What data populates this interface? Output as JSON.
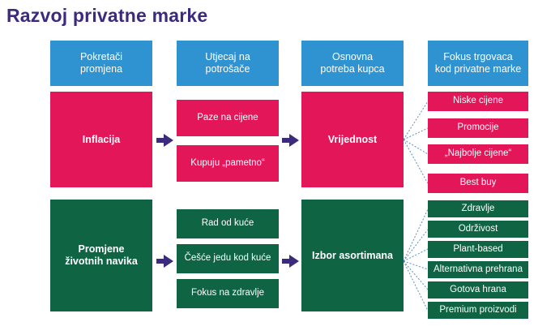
{
  "title": "Razvoj privatne marke",
  "headers": [
    "Pokretači promjena",
    "Utjecaj na potrošače",
    "Osnovna potreba kupca",
    "Fokus trgovaca kod privatne marke"
  ],
  "rows": [
    {
      "driver": "Inflacija",
      "impacts": [
        "Paze na cijene",
        "Kupuju „pametno“"
      ],
      "need": "Vrijednost",
      "focus": [
        "Niske cijene",
        "Promocije",
        "„Najbolje cijene“",
        "Best buy"
      ]
    },
    {
      "driver": "Promjene životnih navika",
      "impacts": [
        "Rad od kuće",
        "Češće jedu kod kuće",
        "Fokus na zdravlje"
      ],
      "need": "Izbor asortimana",
      "focus": [
        "Zdravlje",
        "Održivost",
        "Plant-based",
        "Alternativna prehrana",
        "Gotova hrana",
        "Premium proizvodi"
      ]
    }
  ],
  "colors": {
    "title": "#3b2a7d",
    "header": "#2f93d2",
    "row1": "#e4165a",
    "row2": "#0f6444",
    "arrow": "#3b2a7d"
  }
}
